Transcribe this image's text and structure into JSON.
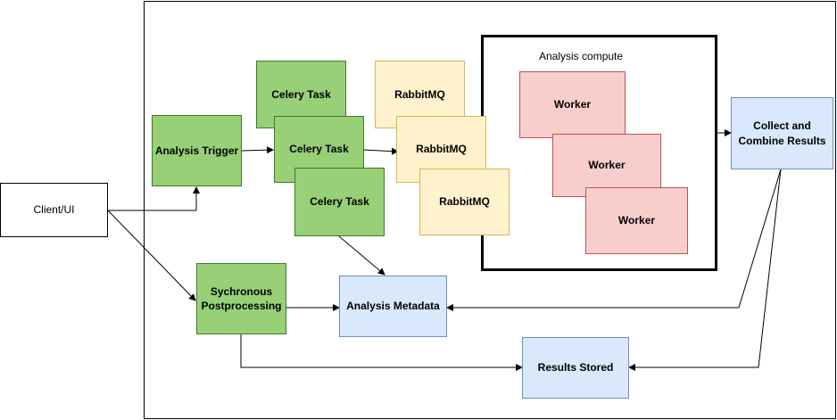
{
  "diagram": {
    "nodes": {
      "client": {
        "label": "Client/UI"
      },
      "analysis_trigger": {
        "label": "Analysis Trigger"
      },
      "celery_task_1": {
        "label": "Celery Task"
      },
      "celery_task_2": {
        "label": "Celery Task"
      },
      "celery_task_3": {
        "label": "Celery Task"
      },
      "rabbitmq_1": {
        "label": "RabbitMQ"
      },
      "rabbitmq_2": {
        "label": "RabbitMQ"
      },
      "rabbitmq_3": {
        "label": "RabbitMQ"
      },
      "compute_group": {
        "label": "Analysis compute"
      },
      "worker_1": {
        "label": "Worker"
      },
      "worker_2": {
        "label": "Worker"
      },
      "worker_3": {
        "label": "Worker"
      },
      "collect": {
        "label": "Collect and Combine Results"
      },
      "postprocessing": {
        "label": "Sychronous Postprocessing"
      },
      "metadata": {
        "label": "Analysis Metadata"
      },
      "results": {
        "label": "Results Stored"
      }
    },
    "edges": [
      {
        "from": "client",
        "to": "analysis_trigger"
      },
      {
        "from": "client",
        "to": "postprocessing"
      },
      {
        "from": "analysis_trigger",
        "to": "celery_task_2"
      },
      {
        "from": "celery_task_2",
        "to": "rabbitmq_2"
      },
      {
        "from": "celery_task_3",
        "to": "metadata"
      },
      {
        "from": "compute_group",
        "to": "collect"
      },
      {
        "from": "collect",
        "to": "metadata"
      },
      {
        "from": "collect",
        "to": "results"
      },
      {
        "from": "postprocessing",
        "to": "metadata"
      },
      {
        "from": "postprocessing",
        "to": "results"
      }
    ],
    "colors": {
      "green_fill": "#97d077",
      "yellow_fill": "#fff2cc",
      "red_fill": "#f8cecc",
      "blue_fill": "#dae8fc"
    }
  }
}
